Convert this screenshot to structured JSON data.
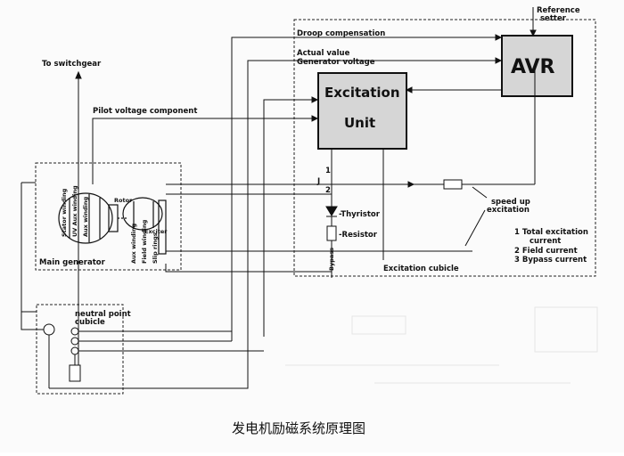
{
  "diagram": {
    "caption": "发电机励磁系统原理图",
    "to_switchgear": "To switchgear",
    "pilot_voltage": "Pilot voltage component",
    "droop_compensation": "Droop compensation",
    "actual_value": "Actual value",
    "generator_voltage": "Generator voltage",
    "reference_setter": [
      "Reference",
      "setter"
    ],
    "avr": "AVR",
    "excitation_unit": [
      "Excitation",
      "Unit"
    ],
    "main_generator": "Main generator",
    "neutral_point_cubicle": [
      "neutral point",
      "cubicle"
    ],
    "excitation_cubicle": "Excitation cubicle",
    "thyristor": "Thyristor",
    "resistor": "Resistor",
    "bypass": "Bypass",
    "speed_up": [
      "speed up",
      "excitation"
    ],
    "legend": [
      "1  Total excitation",
      "current",
      "2  Field current",
      "3  Bypass current"
    ],
    "winding_labels": [
      "Stator winding",
      "UV Aux winding",
      "Aux winding",
      "Rotor",
      "Exciter"
    ],
    "small_labels": [
      "Rotor",
      "Exciter",
      "Aux winding",
      "Field winding",
      "Slip rings"
    ],
    "node_numbers": [
      "1",
      "2"
    ]
  }
}
